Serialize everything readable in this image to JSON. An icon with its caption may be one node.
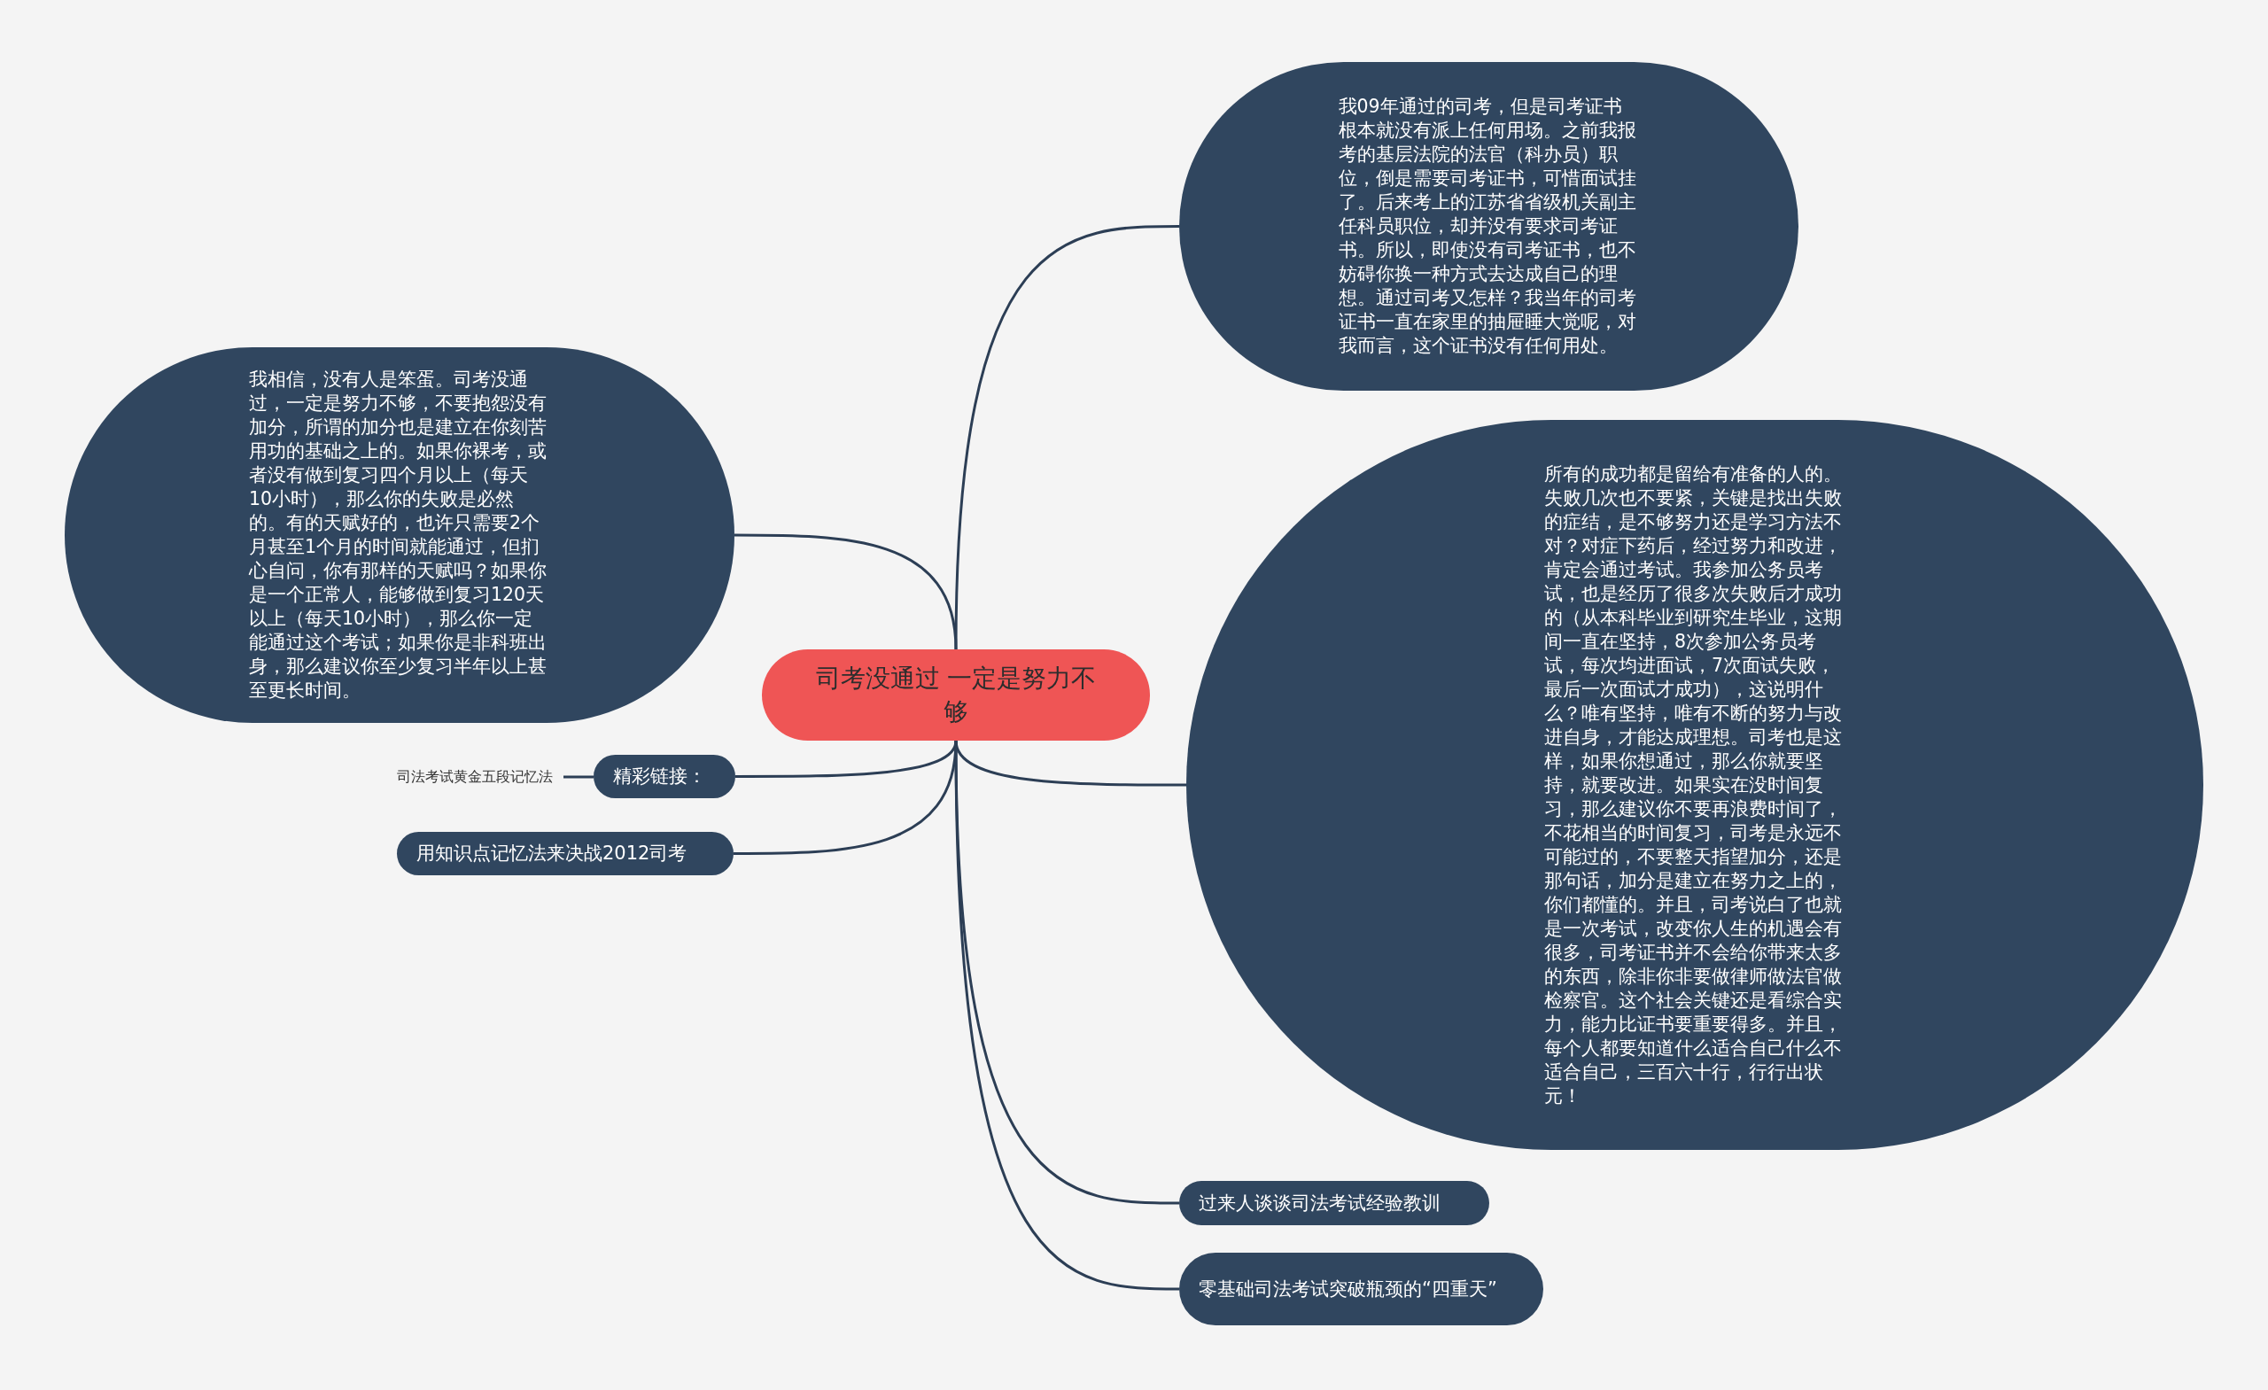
{
  "diagram": {
    "nodes": [
      {
        "text": [
          "司考没通过 一定是努力不够"
        ]
      },
      {
        "text": [
          "我09年通过的司考，但是司考证书根本就没有派上任何用场。之前我报考的基层法院的法官（科办员）职位，倒是需要司考证书，可惜面试挂了。后来考上的江苏省省级机关副主任科员职位，却并没有要求司考证书。所以，即使没有司考证书，也不妨碍你换一种方式去达成自己的理想。通过司考又怎样？我当年的司考证书一直在家里的抽屉睡大觉呢，对我而言，这个证书没有任何用处。"
        ]
      },
      {
        "text": [
          "我相信，没有人是笨蛋。司考没通过，一定是努力不够，不要抱怨没有加分，所谓的加分也是建立在你刻苦用功的基础之上的。如果你裸考，或者没有做到复习四个月以上（每天10小时），那么你的失败是必然的。有的天赋好的，也许只需要2个月甚至1个月的时间就能通过，但扪心自问，你有那样的天赋吗？如果你是一个正常人，能够做到复习120天以上（每天10小时），那么你一定能通过这个考试；如果你是非科班出身，那么建议你至少复习半年以上甚至更长时间。"
        ]
      },
      {
        "text": [
          "所有的成功都是留给有准备的人的。失败几次也不要紧，关键是找出失败的症结，是不够努力还是学习方法不对？对症下药后，经过努力和改进，肯定会通过考试。我参加公务员考试，也是经历了很多次失败后才成功的（从本科毕业到研究生毕业，这期间一直在坚持，8次参加公务员考试，每次均进面试，7次面试失败，最后一次面试才成功），这说明什么？唯有坚持，唯有不断的努力与改进自身，才能达成理想。司考也是这样，如果你想通过，那么你就要坚持，就要改进。如果实在没时间复习，那么建议你不要再浪费时间了，不花相当的时间复习，司考是永远不可能过的，不要整天指望加分，还是那句话，加分是建立在努力之上的，你们都懂的。并且，司考说白了也就是一次考试，改变你人生的机遇会有很多，司考证书并不会给你带来太多的东西，除非你非要做律师做法官做检察官。这个社会关键还是看综合实力，能力比证书要重要得多。并且，每个人都要知道什么适合自己什么不适合自己，三百六十行，行行出状元！"
        ]
      },
      {
        "text": [
          "精彩链接："
        ]
      },
      {
        "text": [
          "司法考试黄金五段记忆法"
        ]
      },
      {
        "text": [
          "用知识点记忆法来决战2012司考"
        ]
      },
      {
        "text": [
          "过来人谈谈司法考试经验教训"
        ]
      },
      {
        "text": [
          "零基础司法考试突破瓶颈的“四重天”"
        ]
      }
    ],
    "edges": [
      {
        "from": 0,
        "to": 1,
        "arrow": "none"
      },
      {
        "from": 0,
        "to": 2,
        "arrow": "none"
      },
      {
        "from": 0,
        "to": 3,
        "arrow": "none"
      },
      {
        "from": 0,
        "to": 4,
        "arrow": "none"
      },
      {
        "from": 4,
        "to": 5,
        "arrow": "none"
      },
      {
        "from": 0,
        "to": 6,
        "arrow": "none"
      },
      {
        "from": 0,
        "to": 7,
        "arrow": "none"
      },
      {
        "from": 0,
        "to": 8,
        "arrow": "none"
      }
    ]
  }
}
